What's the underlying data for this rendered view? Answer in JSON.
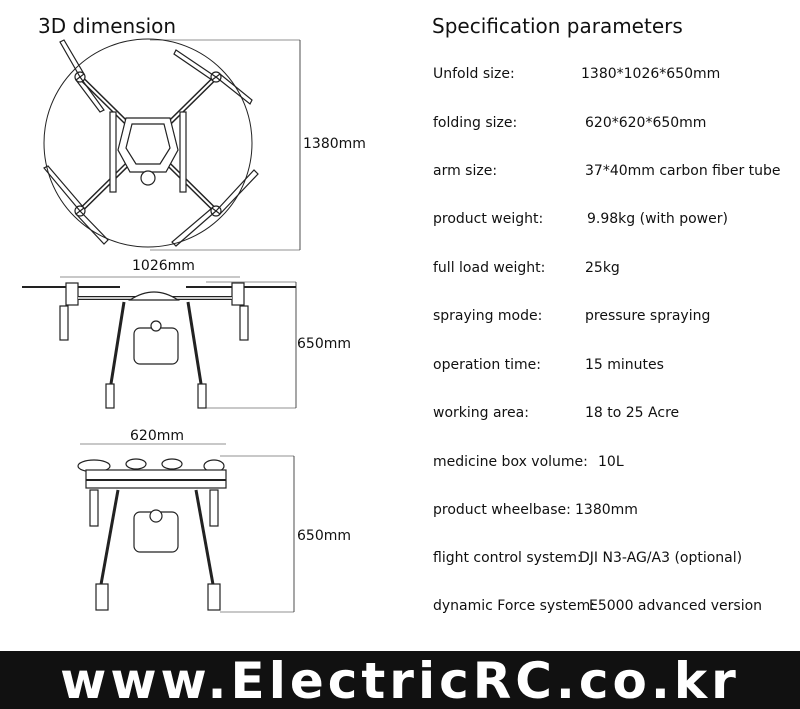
{
  "left_panel": {
    "title": "3D dimension",
    "dimensions": {
      "wheelbase": "1380mm",
      "unfold_width": "1026mm",
      "unfold_height": "650mm",
      "folded_width": "620mm",
      "folded_height": "650mm"
    }
  },
  "right_panel": {
    "title": "Specification parameters",
    "specs": [
      {
        "label": "Unfold size:",
        "value": "1380*1026*650mm"
      },
      {
        "label": "folding size:",
        "value": "620*620*650mm"
      },
      {
        "label": "arm size:",
        "value": "37*40mm carbon fiber tube"
      },
      {
        "label": "product weight:",
        "value": "9.98kg (with power)"
      },
      {
        "label": "full load weight:",
        "value": "25kg"
      },
      {
        "label": "spraying mode:",
        "value": "pressure spraying"
      },
      {
        "label": "operation time:",
        "value": "15 minutes"
      },
      {
        "label": "working area:",
        "value": "18 to 25 Acre"
      },
      {
        "label": "medicine box volume:",
        "value": "10L"
      },
      {
        "label": "product wheelbase:",
        "value": "1380mm"
      },
      {
        "label": "flight control system:",
        "value": "DJI N3-AG/A3 (optional)"
      },
      {
        "label": "dynamic Force system:",
        "value": "E5000 advanced version"
      }
    ]
  },
  "footer": {
    "text": "www.ElectricRC.co.kr"
  }
}
